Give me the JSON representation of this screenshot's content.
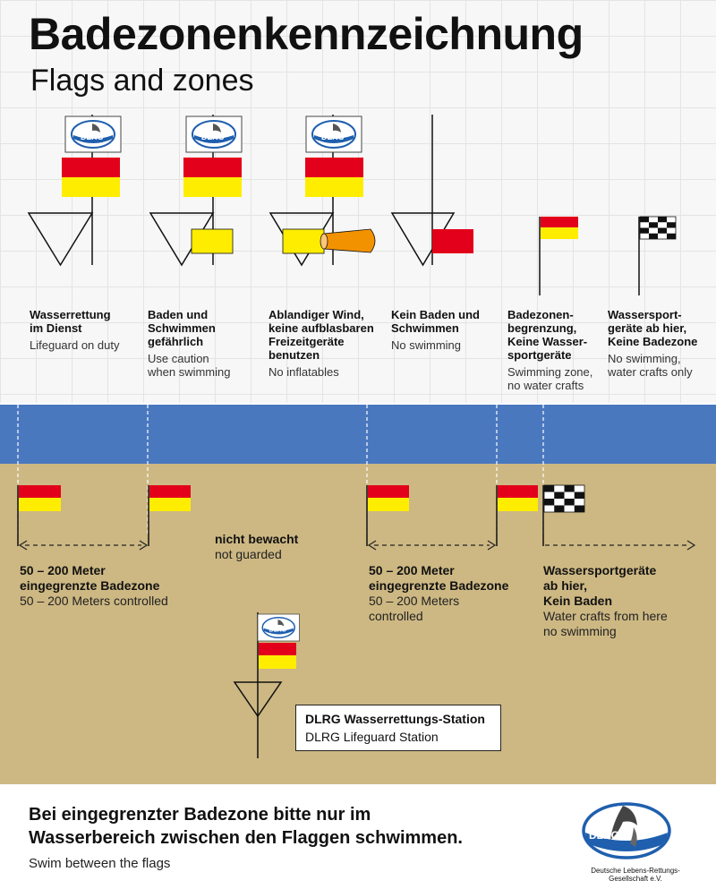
{
  "header": {
    "title": "Badezonenkennzeichnung",
    "subtitle": "Flags and zones"
  },
  "logo_text": "DLRG",
  "colors": {
    "red": "#e3001b",
    "yellow": "#ffed00",
    "water": "#4a78bf",
    "sand": "#cdb883",
    "orange": "#f39200",
    "logo_blue": "#1f5fae"
  },
  "flag_types": [
    {
      "de": "Wasserrettung\nim Dienst",
      "en": "Lifeguard on duty"
    },
    {
      "de": "Baden und\nSchwimmen\ngefährlich",
      "en": "Use caution\nwhen swimming"
    },
    {
      "de": "Ablandiger Wind,\nkeine aufblasbaren\nFreizeitgeräte\nbenutzen",
      "en": "No inflatables"
    },
    {
      "de": "Kein Baden und\nSchwimmen",
      "en": "No swimming"
    },
    {
      "de": "Badezonen-\nbegrenzung,\nKeine Wasser-\nsportgeräte",
      "en": "Swimming zone,\nno water crafts"
    },
    {
      "de": "Wassersport-\ngeräte ab hier,\nKeine Badezone",
      "en": "No swimming,\nwater crafts only"
    }
  ],
  "zones": [
    {
      "de": "50 – 200 Meter\neingegrenzte Badezone",
      "en": "50 – 200 Meters controlled"
    },
    {
      "de": "nicht bewacht",
      "en": "not guarded"
    },
    {
      "de": "50 – 200 Meter\neingegrenzte Badezone",
      "en": "50 – 200 Meters\ncontrolled"
    },
    {
      "de": "Wassersportgeräte\nab hier,\nKein Baden",
      "en": "Water crafts from here\nno swimming"
    }
  ],
  "station": {
    "de": "DLRG Wasserrettungs-Station",
    "en": "DLRG Lifeguard Station"
  },
  "footer": {
    "main": "Bei eingegrenzter Badezone bitte nur im\nWasserbereich zwischen den Flaggen schwimmen.",
    "sub": "Swim between the flags",
    "org": "Deutsche Lebens-Rettungs-\nGesellschaft e.V."
  }
}
